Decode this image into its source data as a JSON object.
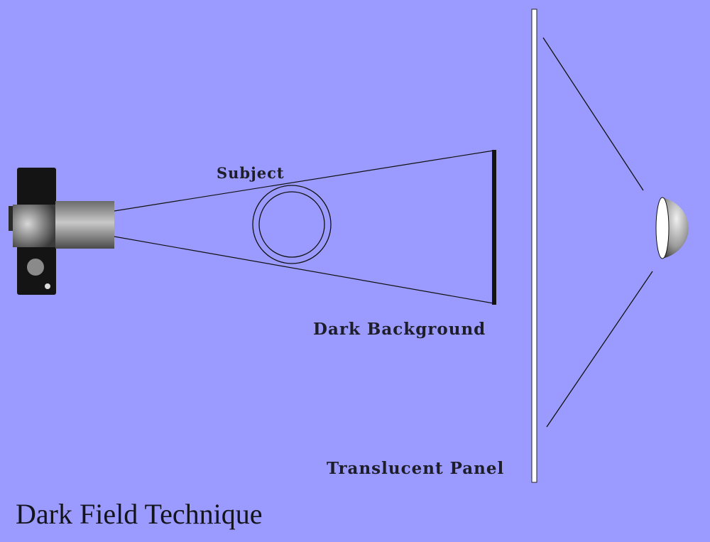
{
  "colors": {
    "background": "#9a9aff",
    "line": "#111111",
    "camera_body": "#141414",
    "panel_fill": "#ffffff"
  },
  "labels": {
    "subject": "Subject",
    "dark_background": "Dark Background",
    "translucent_panel": "Translucent Panel"
  },
  "title": "Dark Field Technique",
  "icons": {
    "camera": "camera-icon",
    "light": "light-dome-icon"
  }
}
